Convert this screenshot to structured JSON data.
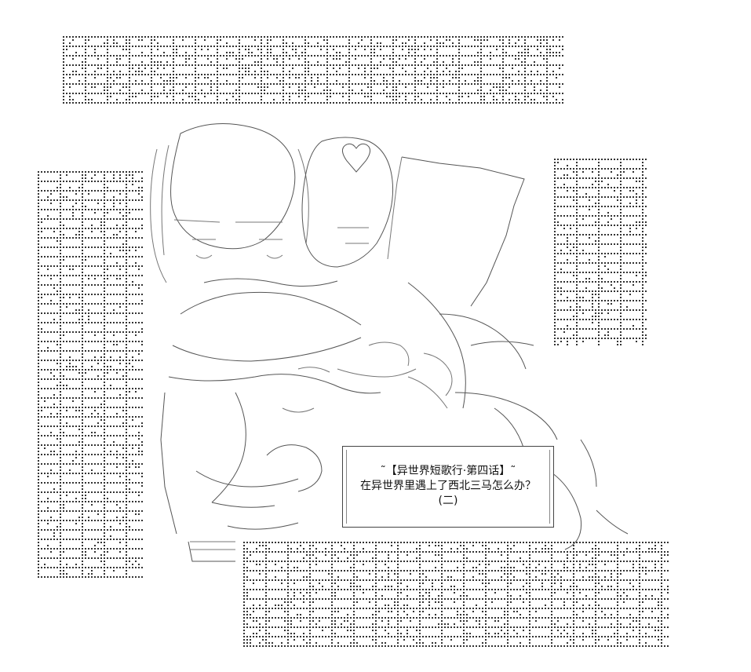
{
  "caption": {
    "title": "˜【异世界短歌行·第四话】˜",
    "line1": "在异世界里遇上了西北三马怎么办？",
    "line2": "(二)"
  },
  "colors": {
    "ink": "#333333",
    "background": "#ffffff"
  }
}
